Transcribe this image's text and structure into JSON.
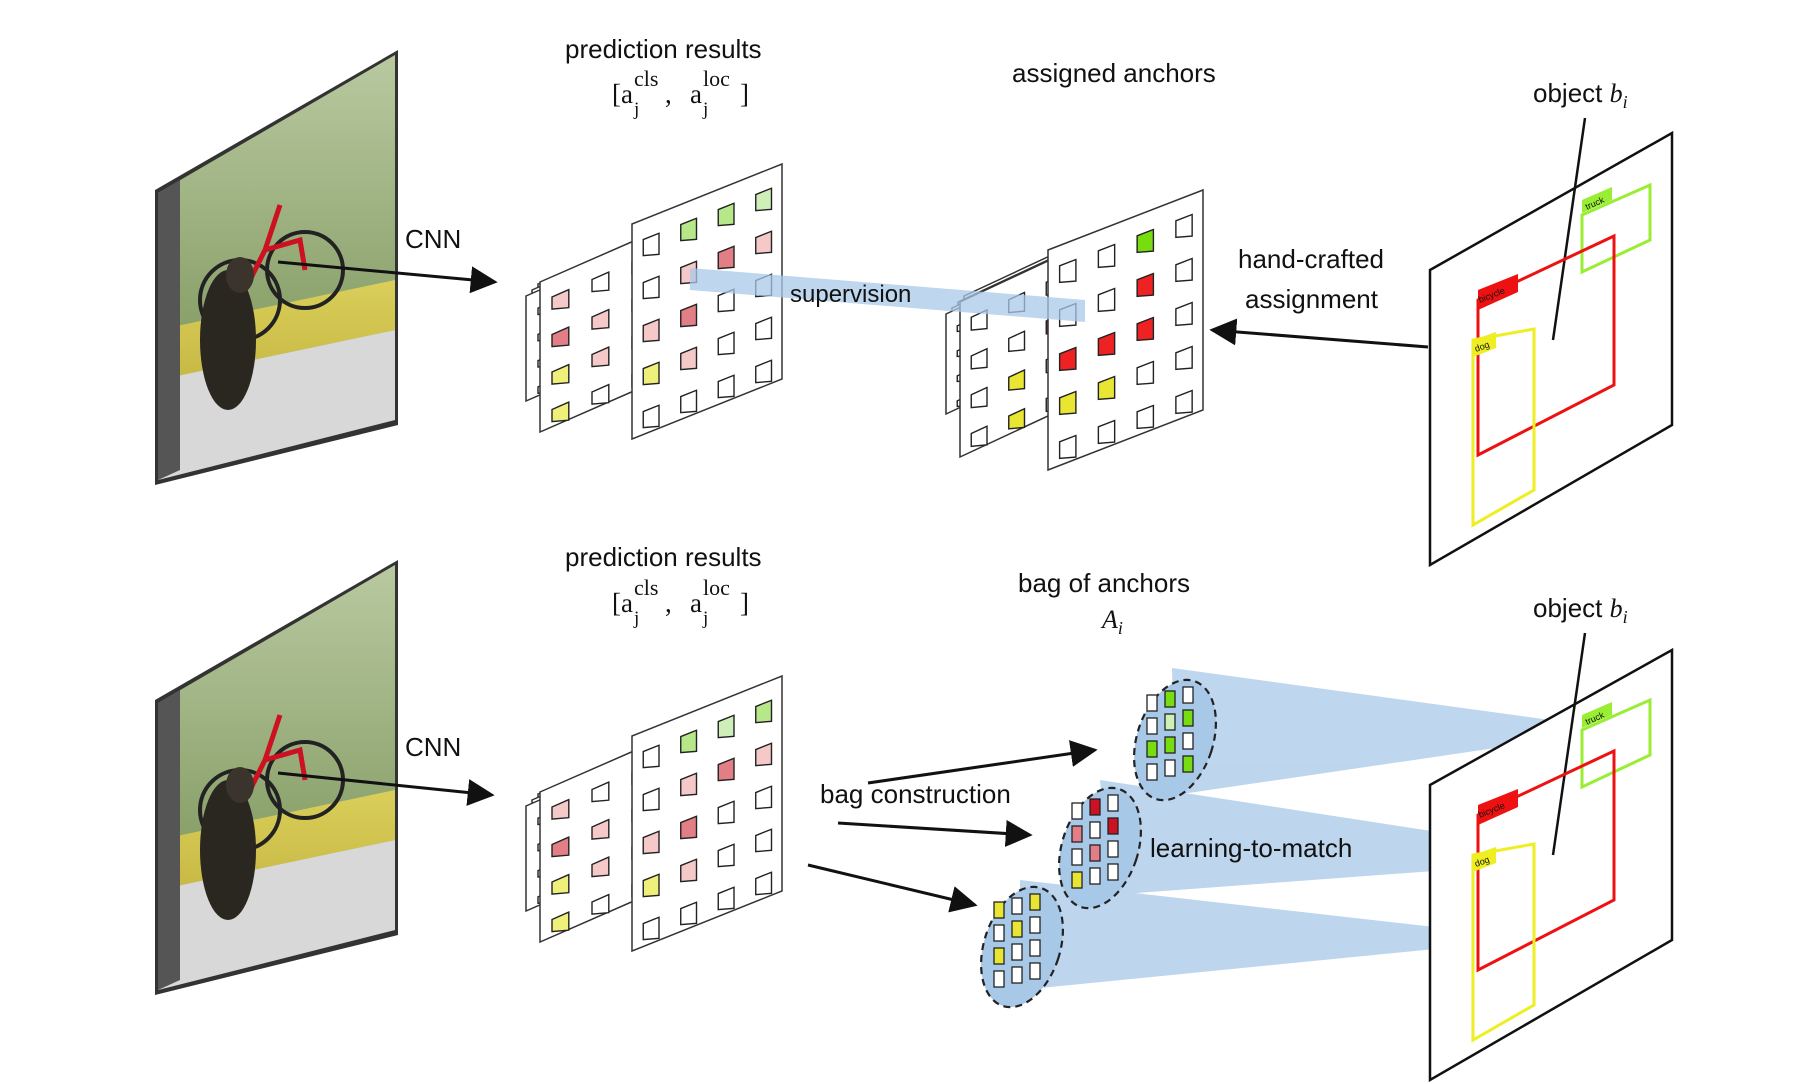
{
  "figure": {
    "rows": [
      {
        "id": "top",
        "cnn_label": "CNN",
        "prediction_title": "prediction results",
        "prediction_notation": {
          "a": "a",
          "sub": "j",
          "cls": "cls",
          "loc": "loc"
        },
        "middle_title": "assigned anchors",
        "supervision_label": "supervision",
        "assignment_label_line1": "hand-crafted",
        "assignment_label_line2": "assignment",
        "object_label": "object",
        "object_symbol": "b",
        "object_sub": "i"
      },
      {
        "id": "bottom",
        "cnn_label": "CNN",
        "prediction_title": "prediction results",
        "prediction_notation": {
          "a": "a",
          "sub": "j",
          "cls": "cls",
          "loc": "loc"
        },
        "middle_title": "bag of anchors",
        "bag_symbol": "A",
        "bag_sub": "i",
        "bag_construction_label": "bag construction",
        "learning_label": "learning-to-match",
        "object_label": "object",
        "object_symbol": "b",
        "object_sub": "i"
      }
    ],
    "box_tags": {
      "truck": "truck",
      "bicycle": "bicycle",
      "dog": "dog"
    },
    "colors": {
      "truck": "#99ee33",
      "bicycle": "#ee1111",
      "dog": "#eeee22",
      "highlight": "#a8c8e8",
      "cell_outline": "#333333"
    }
  }
}
